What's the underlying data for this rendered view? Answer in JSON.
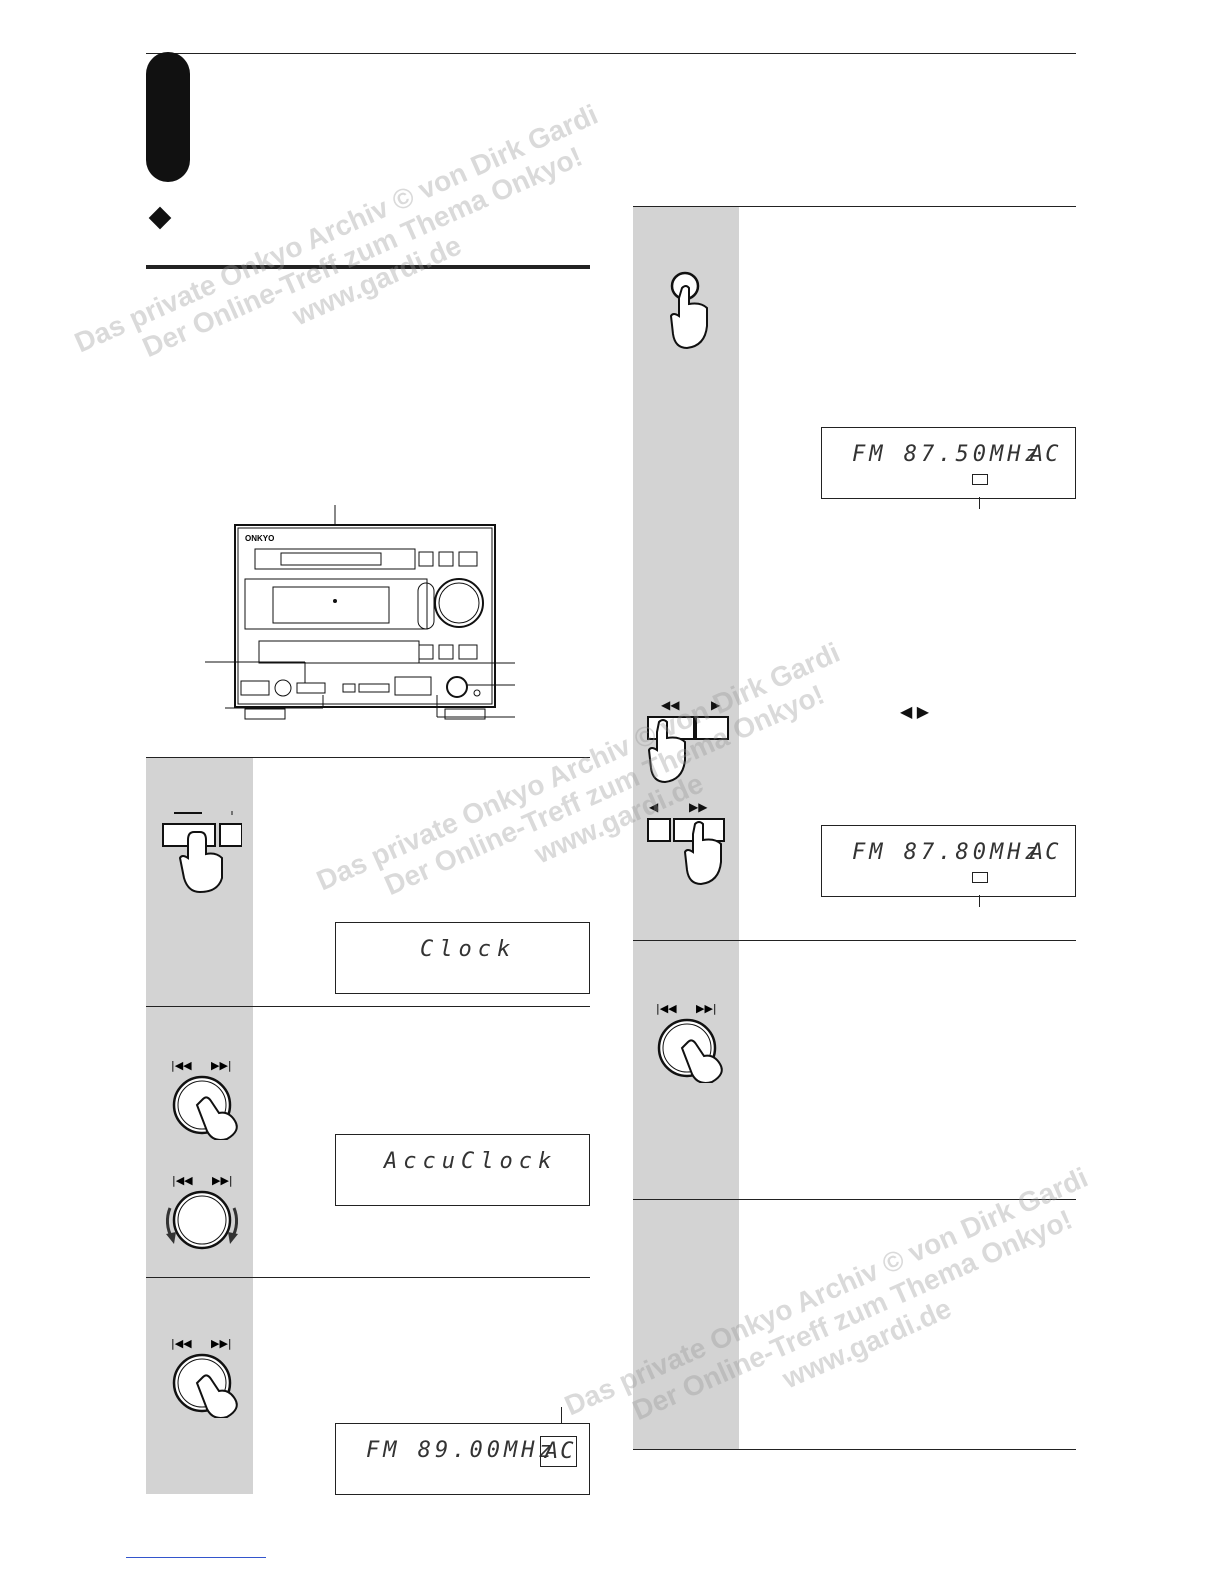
{
  "displays": {
    "clock": "Clock",
    "accuclock": "AccuClock",
    "fm_89": "FM 89.00MHz",
    "fm_89_ac": "AC",
    "fm_8750": "FM 87.50MHz",
    "fm_8750_ac": "AC",
    "fm_8780": "FM 87.80MHz",
    "fm_8780_ac": "AC"
  },
  "device": {
    "brand": "ONKYO"
  },
  "buttons": {
    "rewind_symbol": "◀◀",
    "play_symbol": "▶",
    "ff_symbol": "▶▶",
    "back_symbol": "◀",
    "skip_prev_symbol": "|◀◀",
    "skip_next_symbol": "▶▶|",
    "tune_arrows": "◀ ▶"
  },
  "watermarks": [
    {
      "line1": "Das private Onkyo Archiv © von Dirk Gardi",
      "line2": "Der Online-Treff zum Thema Onkyo!",
      "line3": "www.gardi.de"
    },
    {
      "line1": "Das private Onkyo Archiv © von Dirk Gardi",
      "line2": "Der Online-Treff zum Thema Onkyo!",
      "line3": "www.gardi.de"
    },
    {
      "line1": "Das private Onkyo Archiv © von Dirk Gardi",
      "line2": "Der Online-Treff zum Thema Onkyo!",
      "line3": "www.gardi.de"
    }
  ]
}
